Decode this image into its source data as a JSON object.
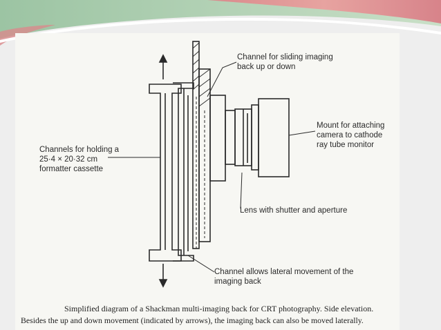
{
  "labels": {
    "channel_sliding_line1": "Channel for sliding imaging",
    "channel_sliding_line2": "back up or down",
    "mount_line1": "Mount for attaching",
    "mount_line2": "camera to cathode",
    "mount_line3": "ray tube monitor",
    "channels_holding_line1": "Channels for holding a",
    "channels_holding_line2": "25·4 × 20·32 cm",
    "channels_holding_line3": "formatter cassette",
    "lens": "Lens with shutter and aperture",
    "channel_lateral_line1": "Channel allows lateral movement of the",
    "channel_lateral_line2": "imaging back"
  },
  "caption": {
    "line1": "Simplified diagram of a Shackman multi-imaging back for CRT photography. Side elevation.",
    "line2": "Besides the up and down movement (indicated by arrows), the imaging back can also be moved laterally."
  },
  "colors": {
    "ink": "#2a2a2a",
    "paper": "#f7f7f3",
    "slide_background": "#eeeeee",
    "banner_pink": "#d9868a",
    "banner_green": "#8fb89a"
  }
}
